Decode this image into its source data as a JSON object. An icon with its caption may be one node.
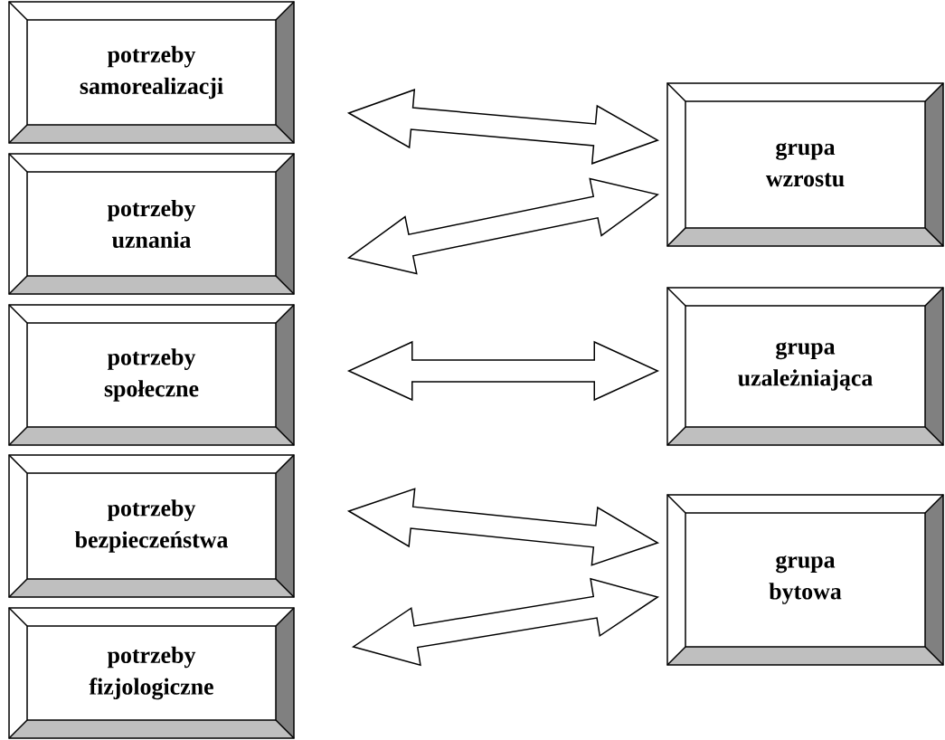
{
  "diagram": {
    "nodes": [
      {
        "text": [
          "potrzeby samorealizacji"
        ]
      },
      {
        "text": [
          "potrzeby uznania"
        ]
      },
      {
        "text": [
          "potrzeby społeczne"
        ]
      },
      {
        "text": [
          "potrzeby bezpieczeństwa"
        ]
      },
      {
        "text": [
          "potrzeby fizjologiczne"
        ]
      },
      {
        "text": [
          "grupa wzrostu"
        ]
      },
      {
        "text": [
          "grupa uzależniająca"
        ]
      },
      {
        "text": [
          "grupa bytowa"
        ]
      }
    ],
    "edges": [
      {
        "from": 0,
        "to": 5,
        "arrow": "both"
      },
      {
        "from": 1,
        "to": 5,
        "arrow": "both"
      },
      {
        "from": 2,
        "to": 6,
        "arrow": "both"
      },
      {
        "from": 3,
        "to": 7,
        "arrow": "both"
      },
      {
        "from": 4,
        "to": 7,
        "arrow": "both"
      }
    ]
  }
}
